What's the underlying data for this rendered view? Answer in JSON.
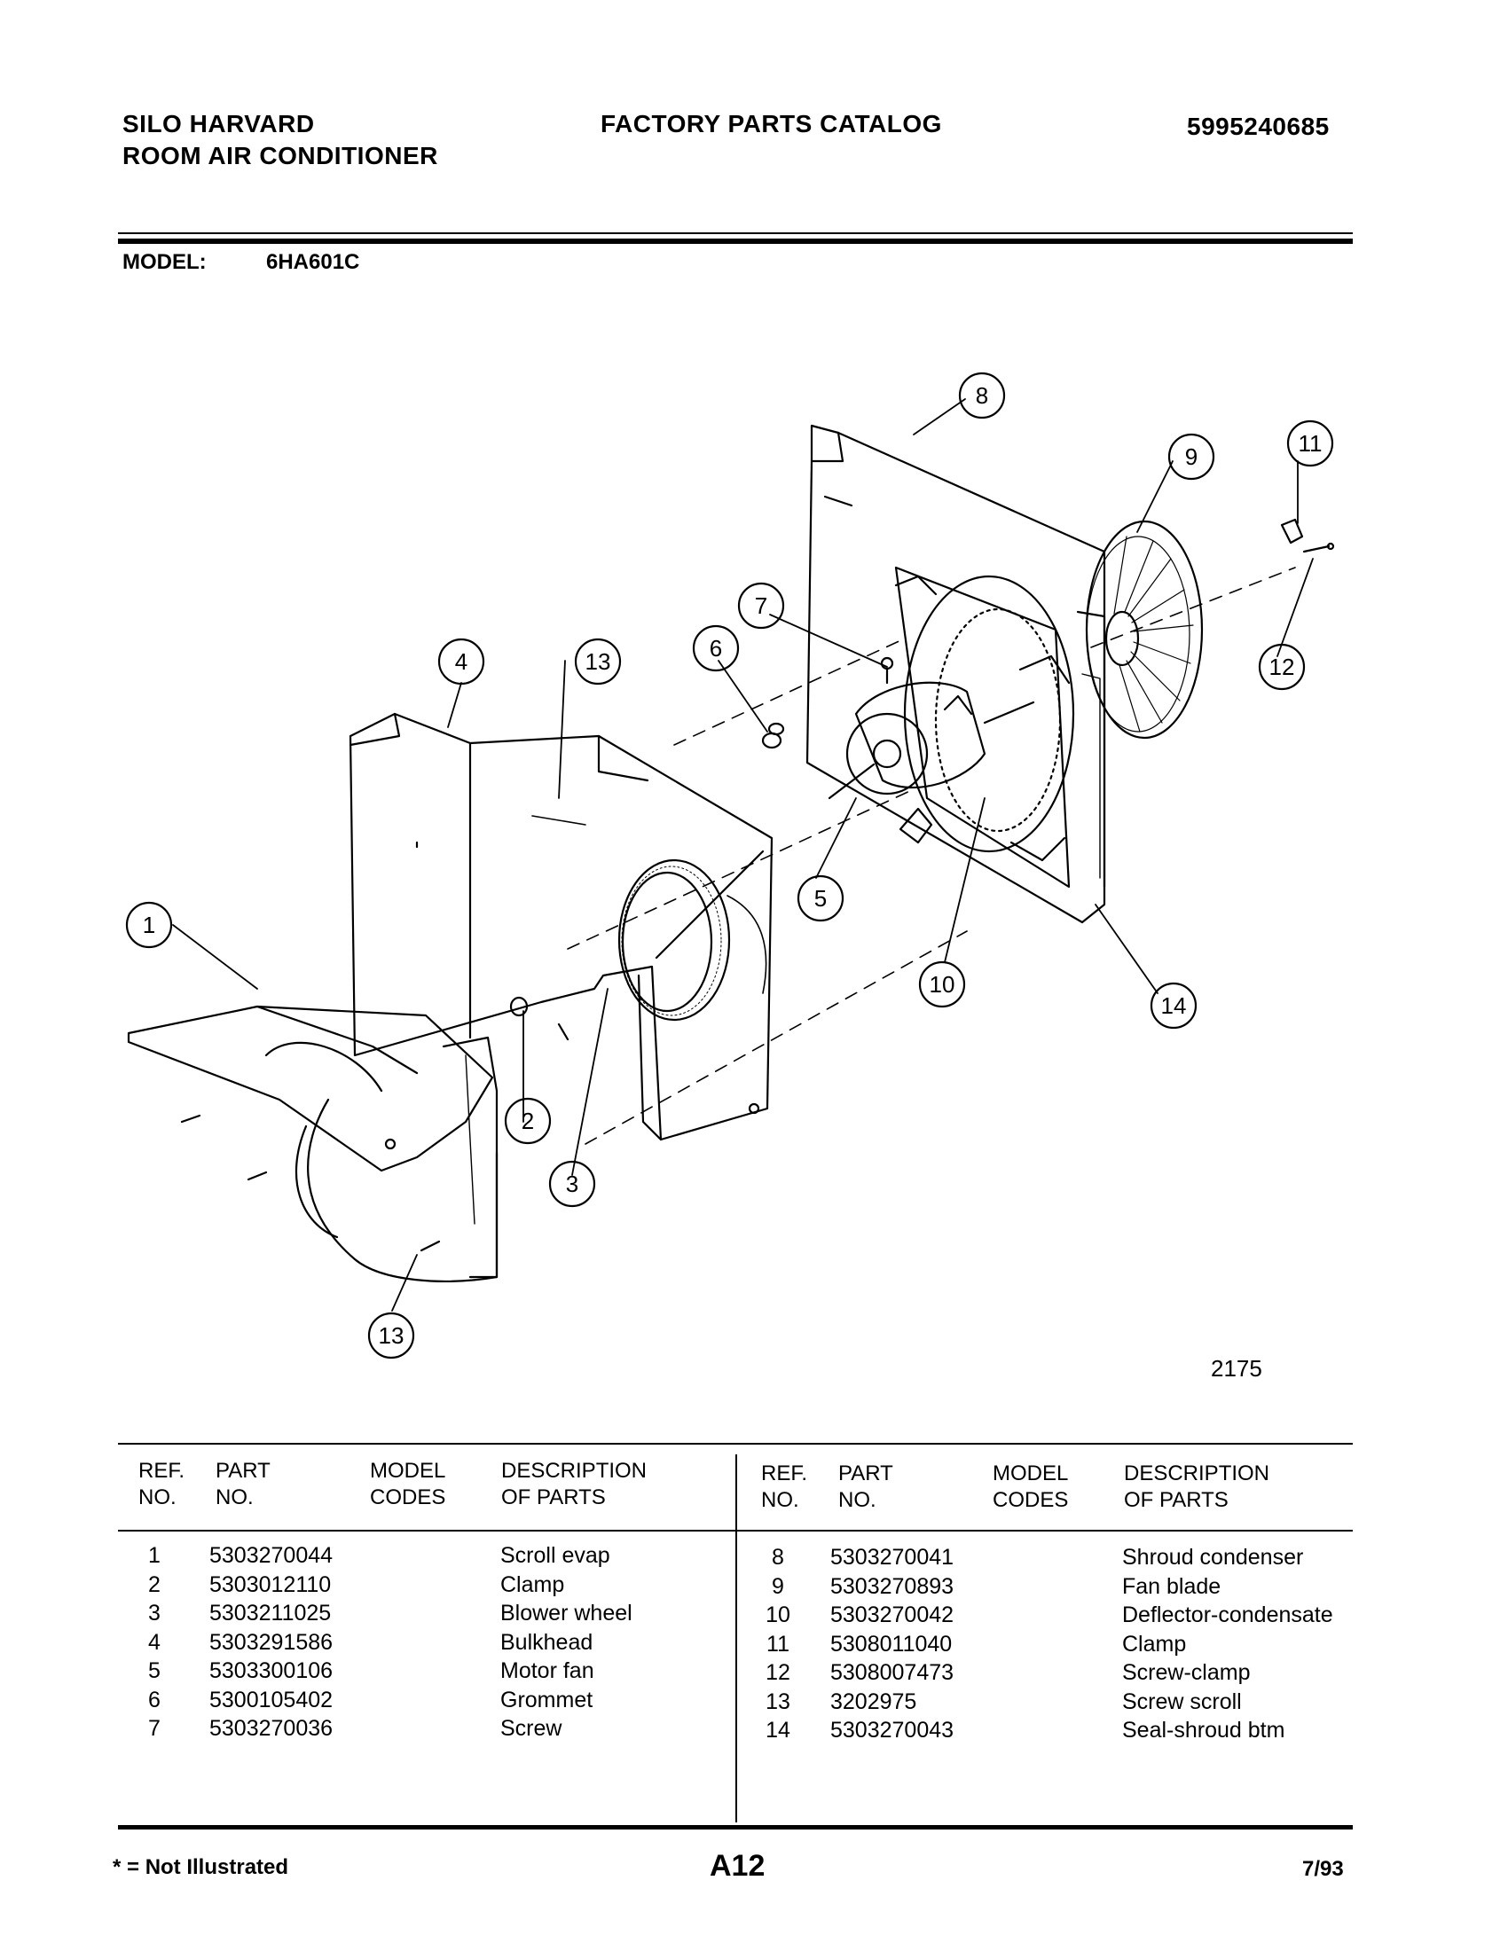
{
  "header": {
    "brand": "SILO HARVARD",
    "product": "ROOM AIR CONDITIONER",
    "catalog_title": "FACTORY PARTS CATALOG",
    "catalog_number": "5995240685"
  },
  "model": {
    "label": "MODEL:",
    "value": "6HA601C"
  },
  "diagram": {
    "figure_number": "2175",
    "callouts": [
      "1",
      "2",
      "3",
      "4",
      "5",
      "6",
      "7",
      "8",
      "9",
      "10",
      "11",
      "12",
      "13",
      "13",
      "14"
    ]
  },
  "table": {
    "headers": {
      "ref_1": "REF.",
      "ref_2": "NO.",
      "part_1": "PART",
      "part_2": "NO.",
      "model_1": "MODEL",
      "model_2": "CODES",
      "desc_1": "DESCRIPTION",
      "desc_2": "OF PARTS"
    },
    "left_rows": [
      {
        "ref": "1",
        "part": "5303270044",
        "codes": "",
        "desc": "Scroll evap"
      },
      {
        "ref": "2",
        "part": "5303012110",
        "codes": "",
        "desc": "Clamp"
      },
      {
        "ref": "3",
        "part": "5303211025",
        "codes": "",
        "desc": "Blower wheel"
      },
      {
        "ref": "4",
        "part": "5303291586",
        "codes": "",
        "desc": "Bulkhead"
      },
      {
        "ref": "5",
        "part": "5303300106",
        "codes": "",
        "desc": "Motor fan"
      },
      {
        "ref": "6",
        "part": "5300105402",
        "codes": "",
        "desc": "Grommet"
      },
      {
        "ref": "7",
        "part": "5303270036",
        "codes": "",
        "desc": "Screw"
      }
    ],
    "right_rows": [
      {
        "ref": "8",
        "part": "5303270041",
        "codes": "",
        "desc": "Shroud condenser"
      },
      {
        "ref": "9",
        "part": "5303270893",
        "codes": "",
        "desc": "Fan blade"
      },
      {
        "ref": "10",
        "part": "5303270042",
        "codes": "",
        "desc": "Deflector-condensate"
      },
      {
        "ref": "11",
        "part": "5308011040",
        "codes": "",
        "desc": "Clamp"
      },
      {
        "ref": "12",
        "part": "5308007473",
        "codes": "",
        "desc": "Screw-clamp"
      },
      {
        "ref": "13",
        "part": "3202975",
        "codes": "",
        "desc": "Screw scroll"
      },
      {
        "ref": "14",
        "part": "5303270043",
        "codes": "",
        "desc": "Seal-shroud btm"
      }
    ]
  },
  "footer": {
    "note": "* = Not Illustrated",
    "page": "A12",
    "date": "7/93"
  }
}
